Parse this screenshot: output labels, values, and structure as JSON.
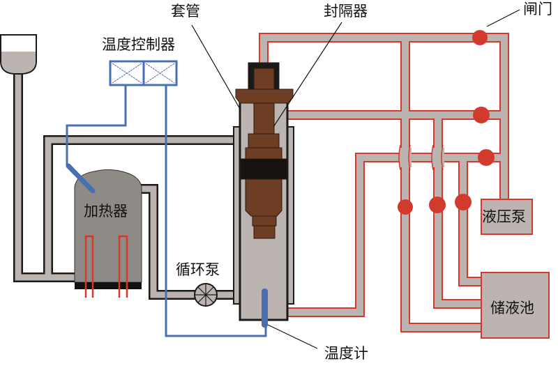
{
  "labels": {
    "casing": "套管",
    "packer": "封隔器",
    "gate_valve": "闸门",
    "temperature_controller": "温度控制器",
    "heater": "加热器",
    "circulation_pump": "循环泵",
    "hydraulic_pump": "液压泵",
    "reservoir": "储液池",
    "thermometer": "温度计"
  },
  "colors": {
    "pipe_fill": "#bcb4b0",
    "hot_pipe_outline": "#d8382c",
    "cold_pipe_outline": "#1a1a1a",
    "control_wire": "#4a6fb0",
    "packer": "#6e3e24",
    "valve": "#d23a2e",
    "heater_body": "#8e8a86"
  }
}
